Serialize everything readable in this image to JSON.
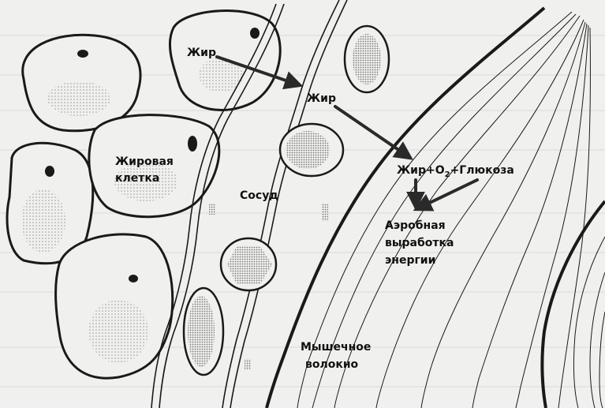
{
  "diagram": {
    "labels": {
      "fat_top": "Жир",
      "fat_middle": "Жир",
      "fat_cell": "Жировая клетка",
      "vessel": "Сосуд",
      "reaction_prefix": "Жир+O",
      "reaction_subscript": "2",
      "reaction_suffix": "+Глюкоза",
      "aerobic_line1": "Аэробная",
      "aerobic_line2": "выработка",
      "aerobic_line3": "энергии",
      "muscle_line1": "Мышечное",
      "muscle_line2": "волокно"
    },
    "colors": {
      "ink": "#1a1a1a",
      "paper": "#f0f0ee",
      "stipple": "#8a8a8a"
    }
  }
}
